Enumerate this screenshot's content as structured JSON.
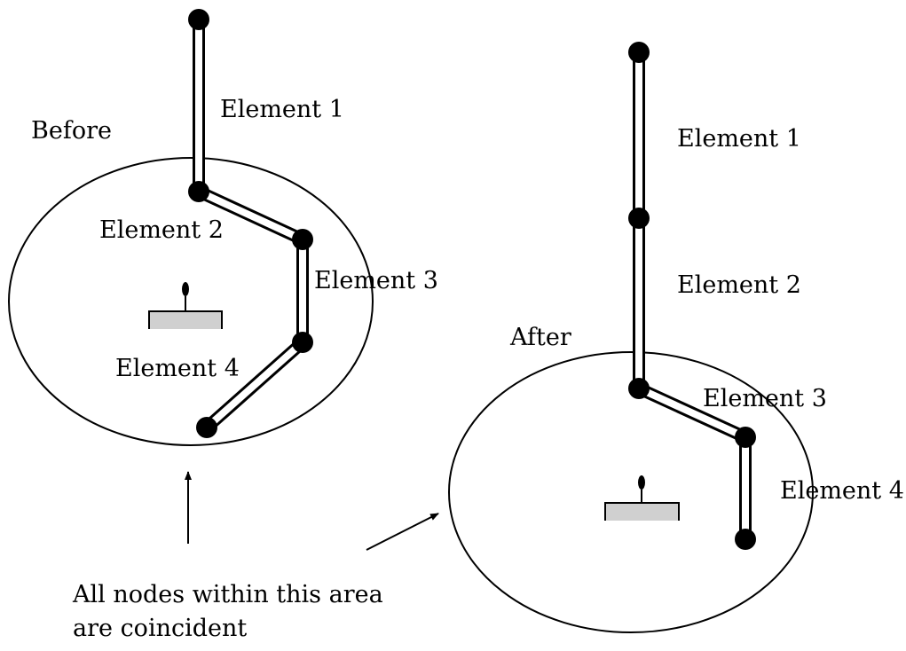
{
  "before": {
    "title": "Before",
    "elements": [
      "Element 1",
      "Element 2",
      "Element 3",
      "Element 4"
    ]
  },
  "after": {
    "title": "After",
    "elements": [
      "Element 1",
      "Element 2",
      "Element 3",
      "Element 4"
    ]
  },
  "annotation": {
    "line1": "All nodes within this area",
    "line2": "are coincident"
  },
  "colors": {
    "stroke": "#000000",
    "node": "#000000",
    "pad": "#d0d0d0"
  }
}
